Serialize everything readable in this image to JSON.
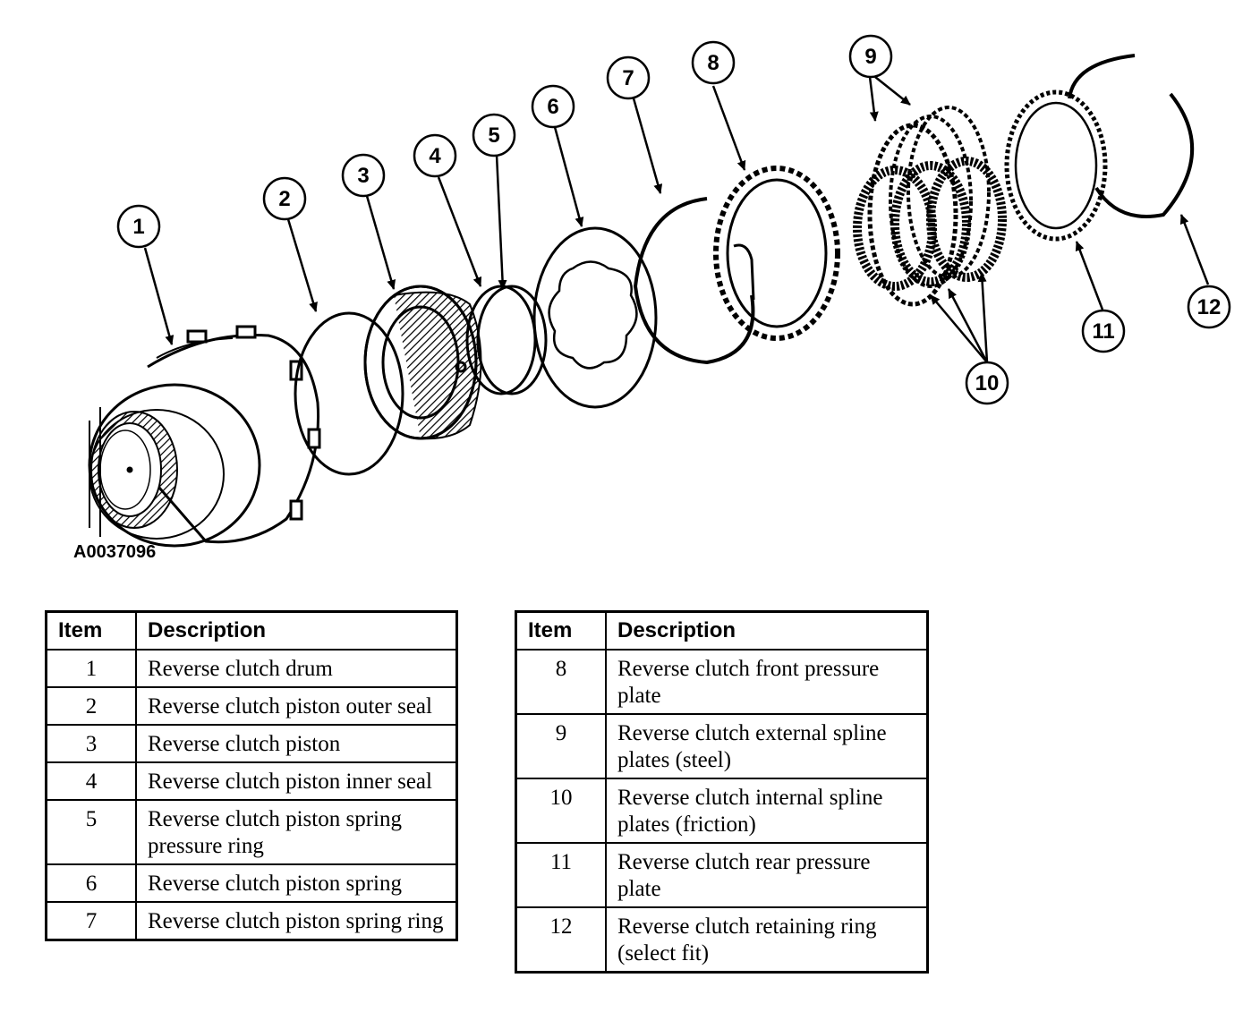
{
  "figure": {
    "code": "A0037096",
    "callouts": [
      "1",
      "2",
      "3",
      "4",
      "5",
      "6",
      "7",
      "8",
      "9",
      "10",
      "11",
      "12"
    ]
  },
  "table_left": {
    "header_item": "Item",
    "header_desc": "Description",
    "rows": [
      {
        "item": "1",
        "desc": "Reverse clutch drum"
      },
      {
        "item": "2",
        "desc": "Reverse clutch piston outer seal"
      },
      {
        "item": "3",
        "desc": "Reverse clutch piston"
      },
      {
        "item": "4",
        "desc": "Reverse clutch piston inner seal"
      },
      {
        "item": "5",
        "desc": "Reverse clutch piston spring pressure ring"
      },
      {
        "item": "6",
        "desc": "Reverse clutch piston spring"
      },
      {
        "item": "7",
        "desc": "Reverse clutch piston spring ring"
      }
    ]
  },
  "table_right": {
    "header_item": "Item",
    "header_desc": "Description",
    "rows": [
      {
        "item": "8",
        "desc": "Reverse clutch front pressure plate"
      },
      {
        "item": "9",
        "desc": "Reverse clutch external spline plates (steel)"
      },
      {
        "item": "10",
        "desc": "Reverse clutch internal spline plates (friction)"
      },
      {
        "item": "11",
        "desc": "Reverse clutch rear pressure plate"
      },
      {
        "item": "12",
        "desc": "Reverse clutch retaining ring (select fit)"
      }
    ]
  }
}
